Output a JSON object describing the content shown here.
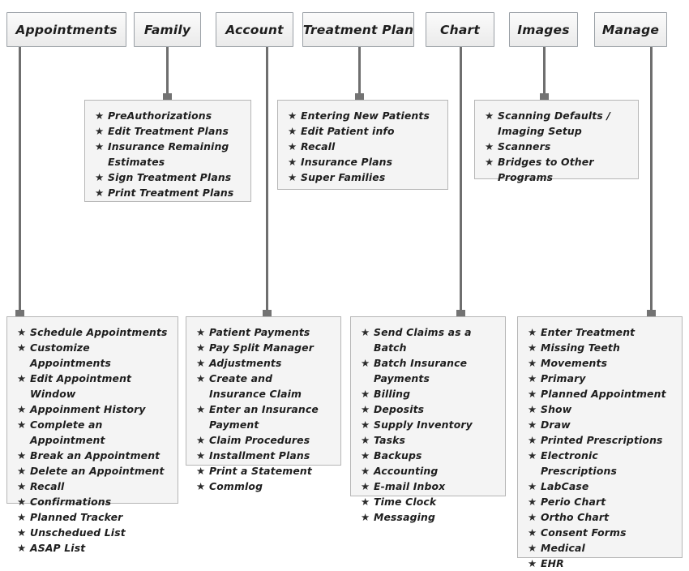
{
  "diagram": {
    "type": "mind-map",
    "title": "Open Dental Module Feature Map",
    "colors": {
      "node_border": "#9aa0a6",
      "node_fill": "#f2f2f2",
      "panel_border": "#b6b6b6",
      "panel_fill": "#f4f4f4",
      "connector": "#6f6f6f",
      "text": "#1d1d1d"
    },
    "bullet_glyph": "★",
    "bullet_icon_name": "star-bullet-icon"
  },
  "nodes": [
    {
      "id": "appointments",
      "label": "Appointments"
    },
    {
      "id": "family",
      "label": "Family"
    },
    {
      "id": "account",
      "label": "Account"
    },
    {
      "id": "treatment_plan",
      "label": "Treatment Plan"
    },
    {
      "id": "chart",
      "label": "Chart"
    },
    {
      "id": "images",
      "label": "Images"
    },
    {
      "id": "manage",
      "label": "Manage"
    }
  ],
  "panels": {
    "family": {
      "parent": "Family",
      "items": [
        "PreAuthorizations",
        "Edit Treatment Plans",
        "Insurance Remaining\nEstimates",
        "Sign Treatment Plans",
        "Print Treatment Plans"
      ]
    },
    "treatment_plan": {
      "parent": "Treatment Plan",
      "items": [
        "Entering New Patients",
        "Edit Patient info",
        "Recall",
        "Insurance Plans",
        "Super Families"
      ]
    },
    "images": {
      "parent": "Images",
      "items": [
        "Scanning Defaults /\nImaging Setup",
        "Scanners",
        "Bridges to Other Programs"
      ]
    },
    "appointments": {
      "parent": "Appointments",
      "items": [
        "Schedule Appointments",
        "Customize Appointments",
        "Edit Appointment Window",
        "Appoinment History",
        "Complete an Appointment",
        "Break an Appointment",
        "Delete an Appointment",
        "Recall",
        "Confirmations",
        "Planned Tracker",
        "Unschedued List",
        "ASAP List"
      ]
    },
    "account": {
      "parent": "Account",
      "items": [
        "Patient Payments",
        "Pay Split Manager",
        "Adjustments",
        "Create and Insurance Claim",
        "Enter an Insurance Payment",
        "Claim Procedures",
        "Installment Plans",
        "Print a Statement",
        "Commlog"
      ]
    },
    "chart": {
      "parent": "Chart",
      "items": [
        "Send Claims as a Batch",
        "Batch Insurance Payments",
        "Billing",
        "Deposits",
        "Supply Inventory",
        "Tasks",
        "Backups",
        "Accounting",
        "E-mail Inbox",
        "Time Clock",
        "Messaging"
      ]
    },
    "manage": {
      "parent": "Manage",
      "items": [
        "Enter Treatment",
        "Missing Teeth",
        "Movements",
        "Primary",
        "Planned Appointment",
        "Show",
        "Draw",
        "Printed Prescriptions",
        "Electronic Prescriptions",
        "LabCase",
        "Perio Chart",
        "Ortho Chart",
        "Consent Forms",
        "Medical",
        "EHR"
      ]
    }
  }
}
